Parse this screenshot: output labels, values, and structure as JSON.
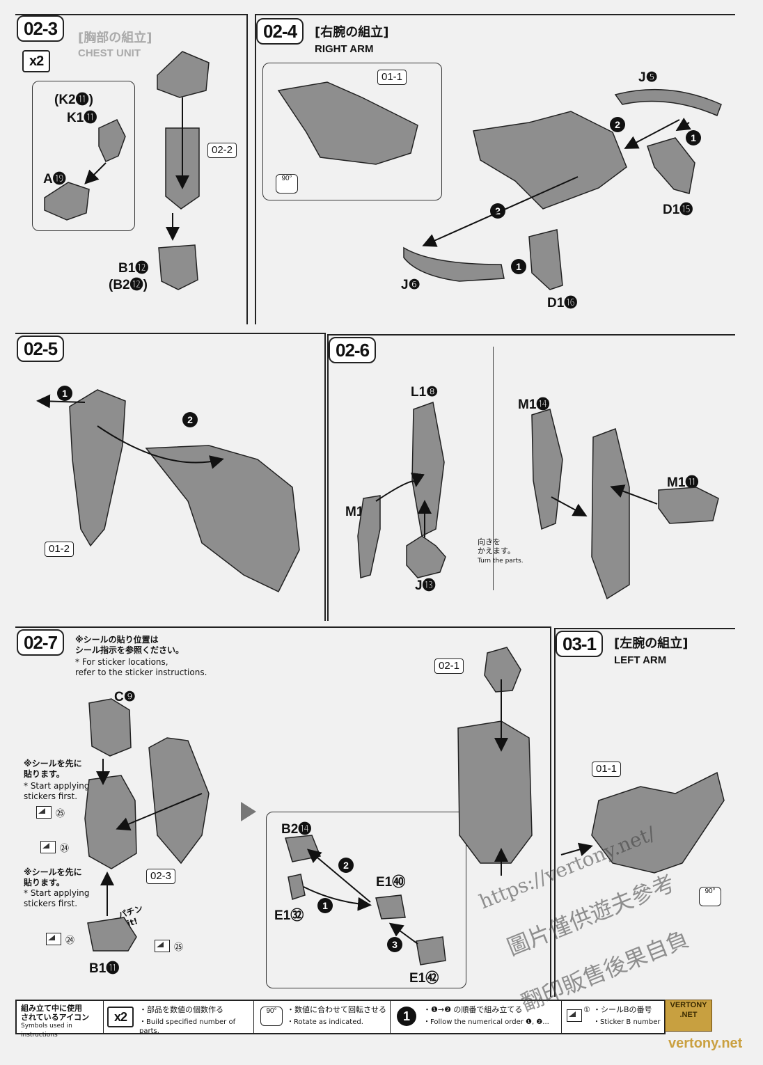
{
  "steps": {
    "s02_3": {
      "num": "02-3",
      "jp": "[胸部の組立]",
      "en": "CHEST UNIT",
      "qty": "x2",
      "parts": {
        "k2": "(K2⓫)",
        "k1": "K1⓫",
        "a": "A⓳",
        "b1": "B1⓬",
        "b2": "(B2⓬)"
      },
      "ref": "02-2"
    },
    "s02_4": {
      "num": "02-4",
      "jp": "[右腕の組立]",
      "en": "RIGHT ARM",
      "ref": "01-1",
      "rot": "90°",
      "parts": {
        "j5": "J❺",
        "d15": "D1⓯",
        "j6": "J❻",
        "d16": "D1⓰"
      }
    },
    "s02_5": {
      "num": "02-5",
      "ref": "01-2"
    },
    "s02_6": {
      "num": "02-6",
      "parts": {
        "l8": "L1❽",
        "m12": "M1⓬",
        "j13": "J⓭",
        "m14": "M1⓮",
        "m11": "M1⓫"
      },
      "turn_jp": "向きを\nかえます。",
      "turn_en": "Turn the parts."
    },
    "s02_7": {
      "num": "02-7",
      "note_jp": "※シールの貼り位置は\nシール指示を参照ください。",
      "note_en": "* For sticker locations,\nrefer to the sticker instructions.",
      "first_jp": "※シールを先に\n貼ります。",
      "first_en": "* Start applying\nstickers first.",
      "fit": "パチン Fit!",
      "parts": {
        "c9": "C❾",
        "b1": "B1⓫",
        "b2": "B2⓮",
        "e40": "E1㊵",
        "e32": "E1㉜",
        "e42": "E1㊷"
      },
      "ref3": "02-3",
      "ref1": "02-1",
      "stickers": {
        "s24": "㉔",
        "s25": "㉕"
      }
    },
    "s03_1": {
      "num": "03-1",
      "jp": "[左腕の組立]",
      "en": "LEFT ARM",
      "ref": "01-1",
      "rot": "90°"
    }
  },
  "footer": {
    "title_jp": "組み立て中に使用\nされているアイコン",
    "title_en": "Symbols used in instructions",
    "c1_icon": "x2",
    "c1_jp": "・部品を数値の個数作る",
    "c1_en": "・Build specified number of parts.",
    "c2_icon": "90°",
    "c2_jp": "・数値に合わせて回転させる",
    "c2_en": "・Rotate as indicated.",
    "c3_icon": "1",
    "c3_jp": "・❶→❷ の順番で組み立てる",
    "c3_en": "・Follow the numerical order ❶, ❷...",
    "c4_icon": "①",
    "c4_jp": "・シールBの番号",
    "c4_en": "・Sticker B number"
  },
  "watermark": {
    "line1": "https://vertony.net/",
    "line2": "圖片僅供遊夫參考",
    "line3": "翻印販售後果自負",
    "brand": "VERTONY .NET",
    "site": "vertony.net"
  }
}
